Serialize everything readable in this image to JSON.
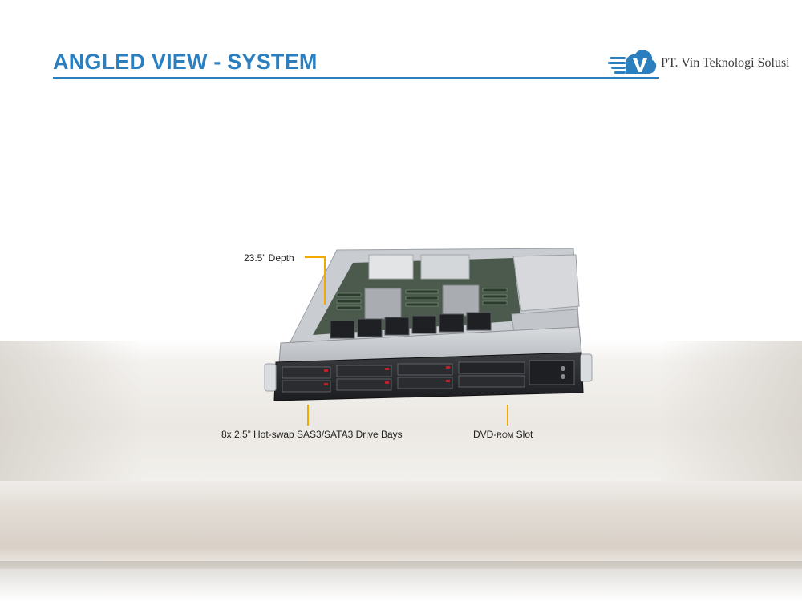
{
  "slide": {
    "title": "ANGLED VIEW - SYSTEM"
  },
  "brand": {
    "name": "PT. Vin Teknologi Solusi",
    "logo_letter": "V",
    "accent_color": "#2c7fbf"
  },
  "callouts": {
    "depth": "23.5” Depth",
    "drive_bays": "8x 2.5” Hot-swap SAS3/SATA3 Drive Bays",
    "dvd_prefix": "DVD-",
    "dvd_rom": "ROM",
    "dvd_suffix": " Slot"
  },
  "colors": {
    "title": "#2c7fbf",
    "leader_line": "#f2a900"
  }
}
